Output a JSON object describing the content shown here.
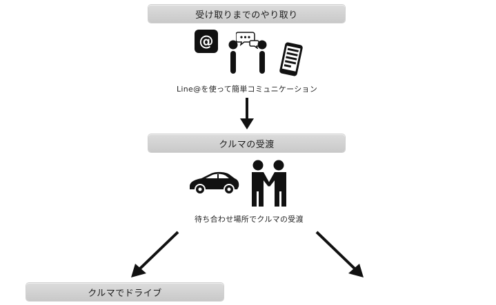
{
  "steps": {
    "step1": {
      "title": "受け取りまでのやり取り",
      "caption": "Line@を使って簡単コミュニケーション"
    },
    "step2": {
      "title": "クルマの受渡",
      "caption": "待ち合わせ場所でクルマの受渡"
    },
    "step3": {
      "title": "クルマでドライブ"
    }
  },
  "icons": {
    "step1": [
      "at-sign-icon",
      "chat-bubbles-icon",
      "two-people-icon",
      "smartphone-icon"
    ],
    "step2": [
      "sports-car-icon",
      "handshake-icon"
    ]
  },
  "colors": {
    "pill_bg": "#d3d3d3",
    "icon": "#111111",
    "text": "#1a1a1a"
  }
}
